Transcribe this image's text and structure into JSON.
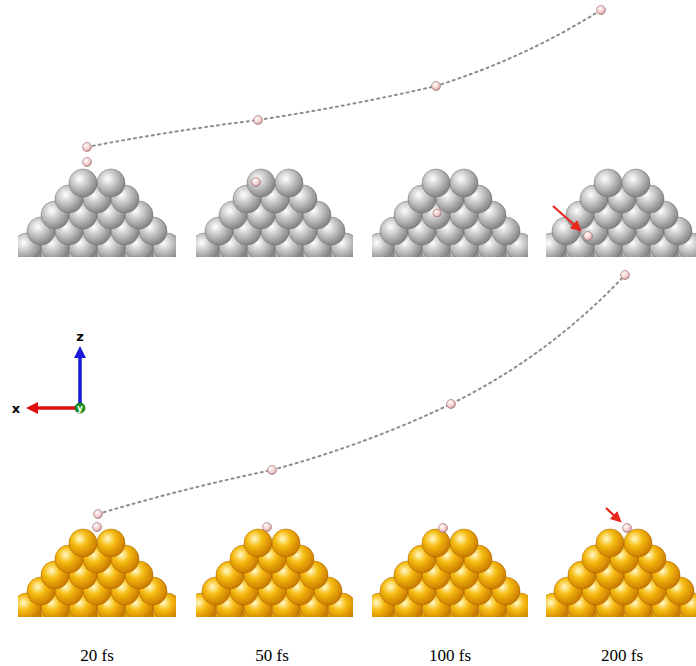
{
  "diagram": {
    "labels": [
      "z",
      "x",
      "y",
      "20 fs",
      "50 fs",
      "100 fs",
      "200 fs"
    ]
  }
}
